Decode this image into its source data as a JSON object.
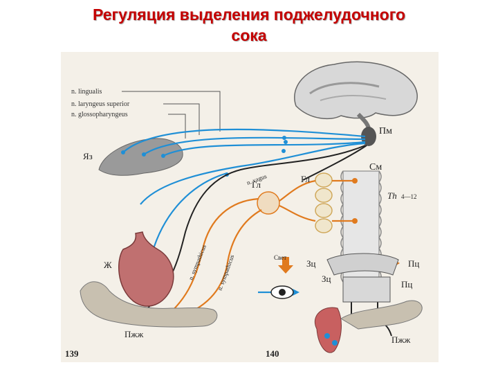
{
  "title": {
    "line1": "Регуляция выделения поджелудочного",
    "line2": "сока"
  },
  "figure": {
    "nerves": {
      "lingualis": "n. lingualis",
      "laryngeus": "n. laryngeus superior",
      "glosso": "n. glossopharyngeus",
      "vagus": "n. vagus",
      "sympath1": "n. sympathicus",
      "sympath2": "n. sympathicus"
    },
    "labels": {
      "yaz": "Яз",
      "pm": "Пм",
      "sm": "См",
      "gl1": "Гл",
      "gl2": "Гл",
      "th": "Th",
      "th_range": "4—12",
      "zh": "Ж",
      "pzh_left": "Пжж",
      "pzh_right": "Пжж",
      "svet": "Свет",
      "zc1": "Зц",
      "zc2": "Зц",
      "pc1": "Пц",
      "pc2": "Пц"
    },
    "page_numbers": {
      "left": "139",
      "right": "140"
    }
  },
  "colors": {
    "title": "#c40000",
    "afferent": "#1f8fd6",
    "sympathetic": "#e07a1e",
    "efferent": "#222222"
  }
}
